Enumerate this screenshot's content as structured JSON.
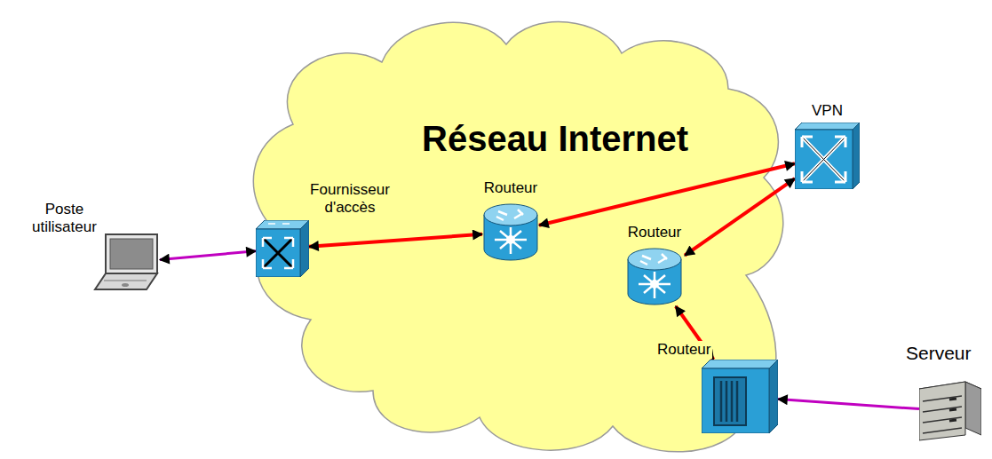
{
  "diagram": {
    "nodes": [
      {
        "text": [
          "Réseau Internet"
        ]
      },
      {
        "text": [
          "Poste utilisateur"
        ]
      },
      {
        "text": [
          "Fournisseur d'accès"
        ],
        "in": 0
      },
      {
        "text": [
          "Routeur"
        ],
        "in": 0
      },
      {
        "text": [
          "VPN"
        ]
      },
      {
        "text": [
          "Routeur"
        ],
        "in": 0
      },
      {
        "text": [
          "Routeur"
        ],
        "in": 0
      },
      {
        "text": [
          "Serveur"
        ]
      }
    ],
    "edges": [
      {
        "from": 1,
        "to": 2,
        "arrow": "both"
      },
      {
        "from": 2,
        "to": 3,
        "arrow": "both"
      },
      {
        "from": 3,
        "to": 4,
        "arrow": "both"
      },
      {
        "from": 4,
        "to": 5,
        "arrow": "both"
      },
      {
        "from": 5,
        "to": 6,
        "arrow": "both"
      },
      {
        "from": 7,
        "to": 6,
        "arrow": "to"
      }
    ]
  }
}
